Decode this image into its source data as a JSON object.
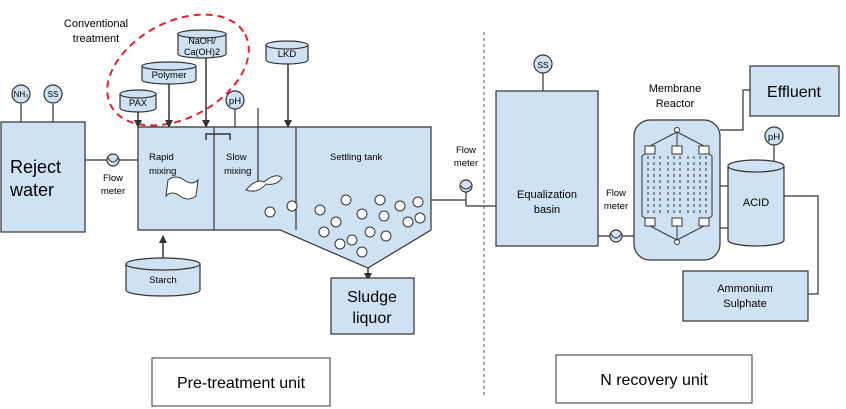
{
  "colors": {
    "fill": "#cfe2f3",
    "stroke": "#333333",
    "highlight_ring": "#e8202a"
  },
  "pretreatment": {
    "conventional_label_line1": "Conventional",
    "conventional_label_line2": "treatment",
    "naoh_line1": "NaOH/",
    "naoh_line2": "Ca(OH)2",
    "polymer": "Polymer",
    "pax": "PAX",
    "lkd": "LKD",
    "ph": "pH",
    "nh3_sensor": "NH₃",
    "ss_sensor": "SS",
    "reject_water_line1": "Reject",
    "reject_water_line2": "water",
    "flow_meter_line1": "Flow",
    "flow_meter_line2": "meter",
    "rapid_mixing_line1": "Rapid",
    "rapid_mixing_line2": "mixing",
    "slow_mixing_line1": "Slow",
    "slow_mixing_line2": "mixing",
    "settling_tank": "Settling tank",
    "starch": "Starch",
    "sludge_line1": "Sludge",
    "sludge_line2": "liquor",
    "unit_label": "Pre-treatment unit"
  },
  "recovery": {
    "flow_meter1_line1": "Flow",
    "flow_meter1_line2": "meter",
    "ss_sensor": "SS",
    "equalization_line1": "Equalization",
    "equalization_line2": "basin",
    "flow_meter2_line1": "Flow",
    "flow_meter2_line2": "meter",
    "membrane_line1": "Membrane",
    "membrane_line2": "Reactor",
    "effluent": "Effluent",
    "ph": "pH",
    "acid": "ACID",
    "ammonium_line1": "Ammonium",
    "ammonium_line2": "Sulphate",
    "unit_label": "N recovery unit"
  }
}
